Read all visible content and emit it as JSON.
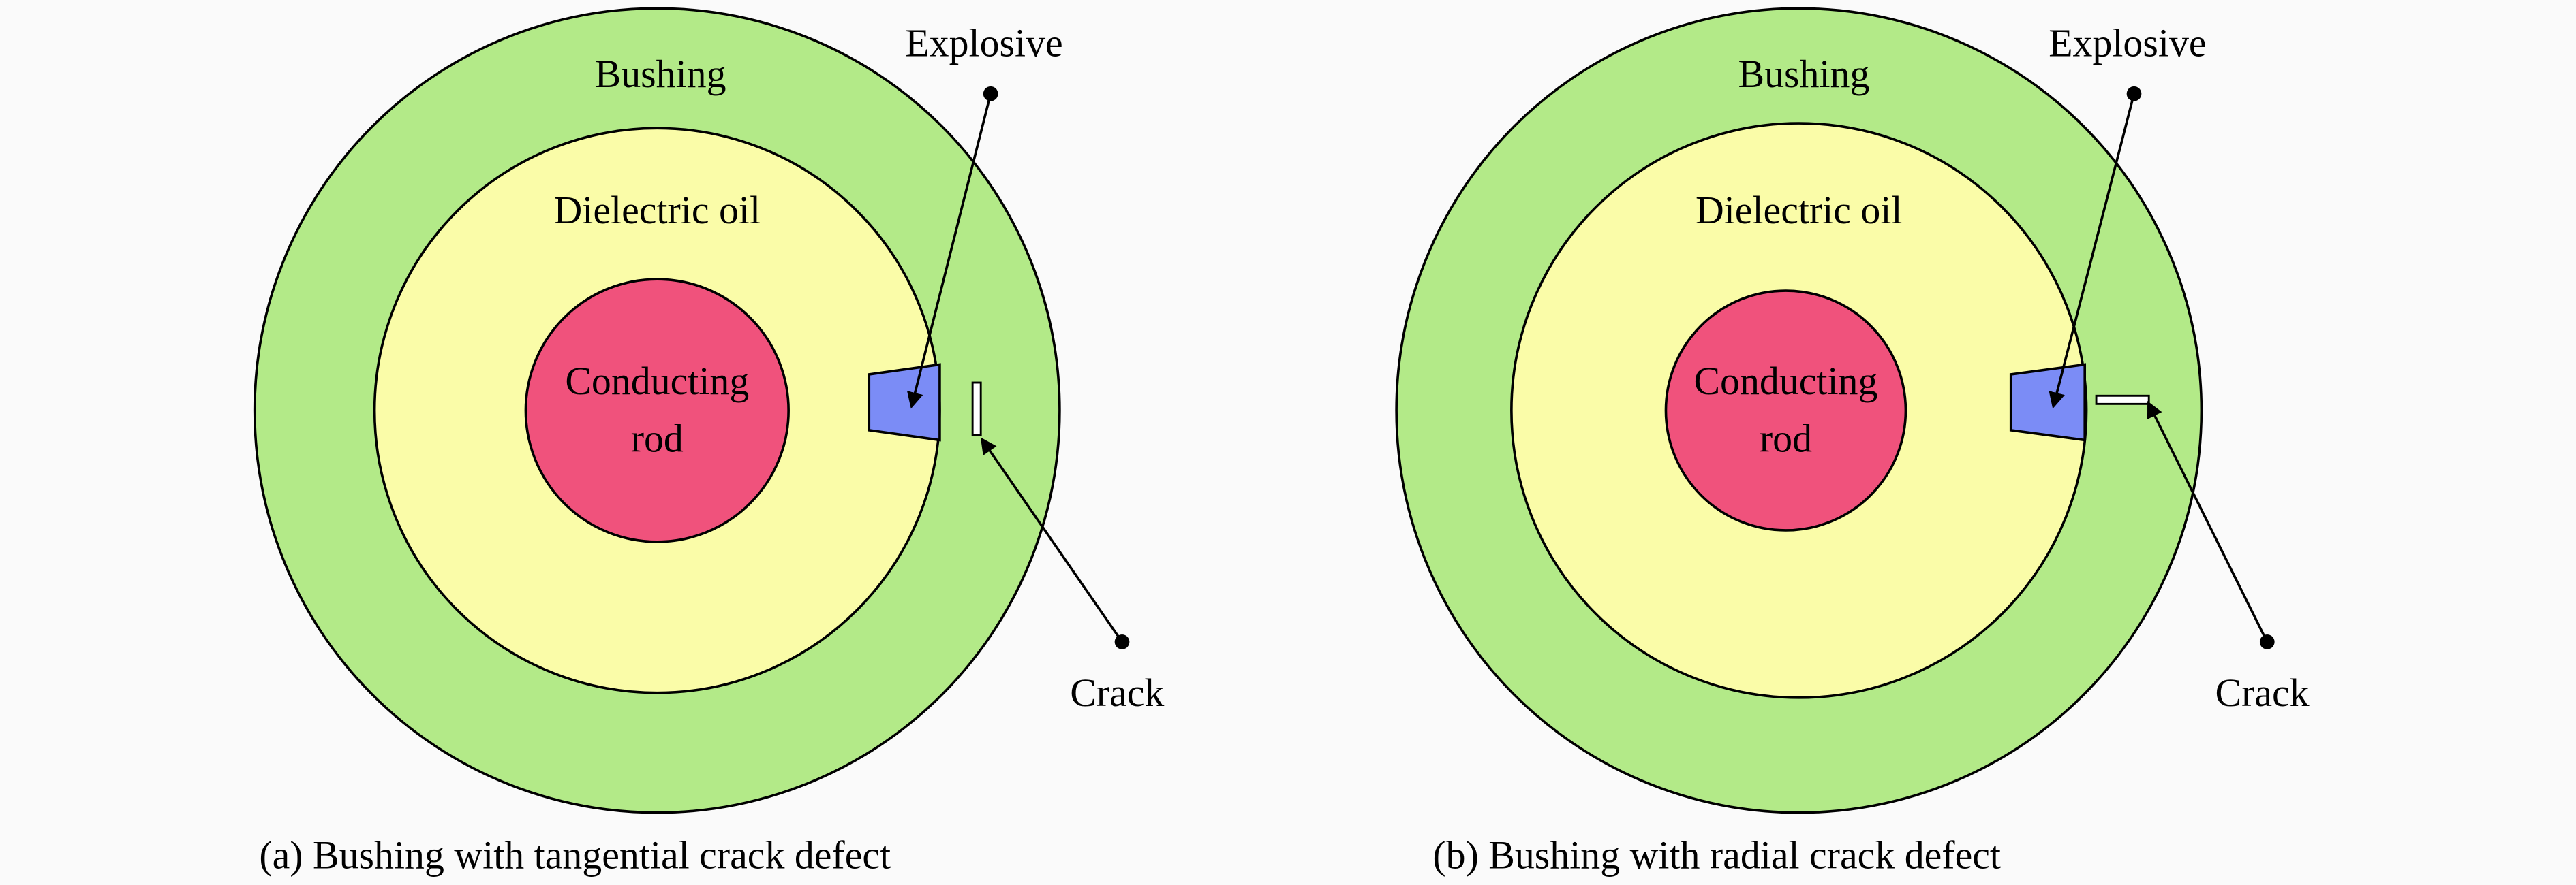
{
  "colors": {
    "bushing": "#b3ea88",
    "oil": "#fafca8",
    "rod": "#f0527c",
    "explosive": "#7b8cf6",
    "crack": "#ffffff"
  },
  "panels": [
    {
      "bushing": "Bushing",
      "oil": "Dielectric oil",
      "rod_line1": "Conducting",
      "rod_line2": "rod",
      "explosive": "Explosive",
      "crack": "Crack",
      "caption": "(a) Bushing with tangential crack defect",
      "crack_type": "tangential"
    },
    {
      "bushing": "Bushing",
      "oil": "Dielectric oil",
      "rod_line1": "Conducting",
      "rod_line2": "rod",
      "explosive": "Explosive",
      "crack": "Crack",
      "caption": "(b) Bushing with radial crack defect",
      "crack_type": "radial"
    }
  ]
}
